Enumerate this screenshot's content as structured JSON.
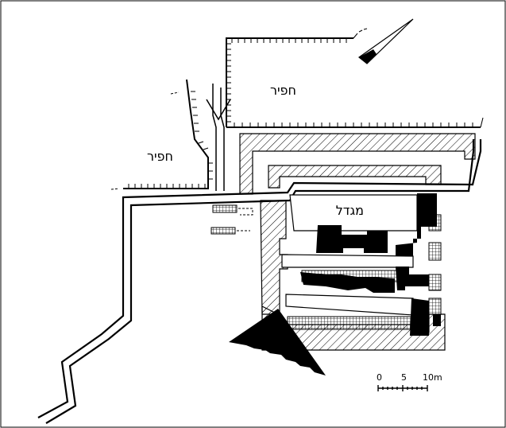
{
  "labels": {
    "moat_north": "חפיר",
    "moat_west": "חפיר",
    "tower": "מגדל"
  },
  "scale": {
    "ticks": [
      "0",
      "5",
      "10m"
    ]
  },
  "icons": {
    "north_arrow": "north-arrow-icon"
  },
  "colors": {
    "ink": "#000000",
    "paper": "#ffffff"
  }
}
